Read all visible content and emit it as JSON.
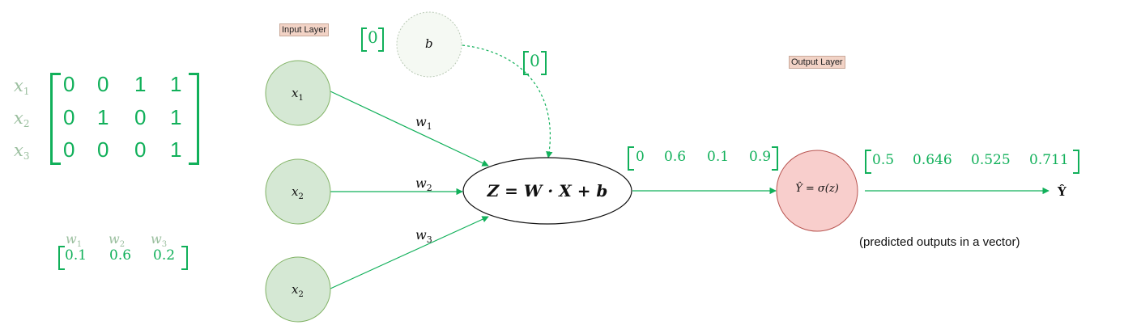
{
  "inputs_matrix": {
    "row_labels": [
      {
        "base": "x",
        "sub": "1"
      },
      {
        "base": "x",
        "sub": "2"
      },
      {
        "base": "x",
        "sub": "3"
      }
    ],
    "rows": [
      [
        "0",
        "0",
        "1",
        "1"
      ],
      [
        "0",
        "1",
        "0",
        "1"
      ],
      [
        "0",
        "0",
        "0",
        "1"
      ]
    ]
  },
  "weights": {
    "labels": [
      {
        "base": "w",
        "sub": "1"
      },
      {
        "base": "w",
        "sub": "2"
      },
      {
        "base": "w",
        "sub": "3"
      }
    ],
    "values": [
      "0.1",
      "0.6",
      "0.2"
    ]
  },
  "tags": {
    "input_layer": "Input Layer",
    "output_layer": "Output Layer"
  },
  "bias": {
    "node_label": "b",
    "value_left": "0",
    "value_edge": "0"
  },
  "input_nodes": [
    {
      "base": "x",
      "sub": "1"
    },
    {
      "base": "x",
      "sub": "2"
    },
    {
      "base": "x",
      "sub": "2"
    }
  ],
  "edge_weights": [
    {
      "base": "w",
      "sub": "1"
    },
    {
      "base": "w",
      "sub": "2"
    },
    {
      "base": "w",
      "sub": "3"
    }
  ],
  "sum_node": {
    "label": "Z = W · X + b"
  },
  "z_values": [
    "0",
    "0.6",
    "0.1",
    "0.9"
  ],
  "activation_node": {
    "label": "Ŷ = σ(z)"
  },
  "output_values": [
    "0.5",
    "0.646",
    "0.525",
    "0.711"
  ],
  "output_symbol": "Ŷ",
  "caption": "(predicted outputs in a vector)",
  "colors": {
    "edge": "#11b05a",
    "input_node_fill": "#d5e8d4",
    "input_node_stroke": "#82b366",
    "output_node_fill": "#f8cecc",
    "output_node_stroke": "#b85450",
    "bias_node_fill": "#f5f9f3"
  }
}
